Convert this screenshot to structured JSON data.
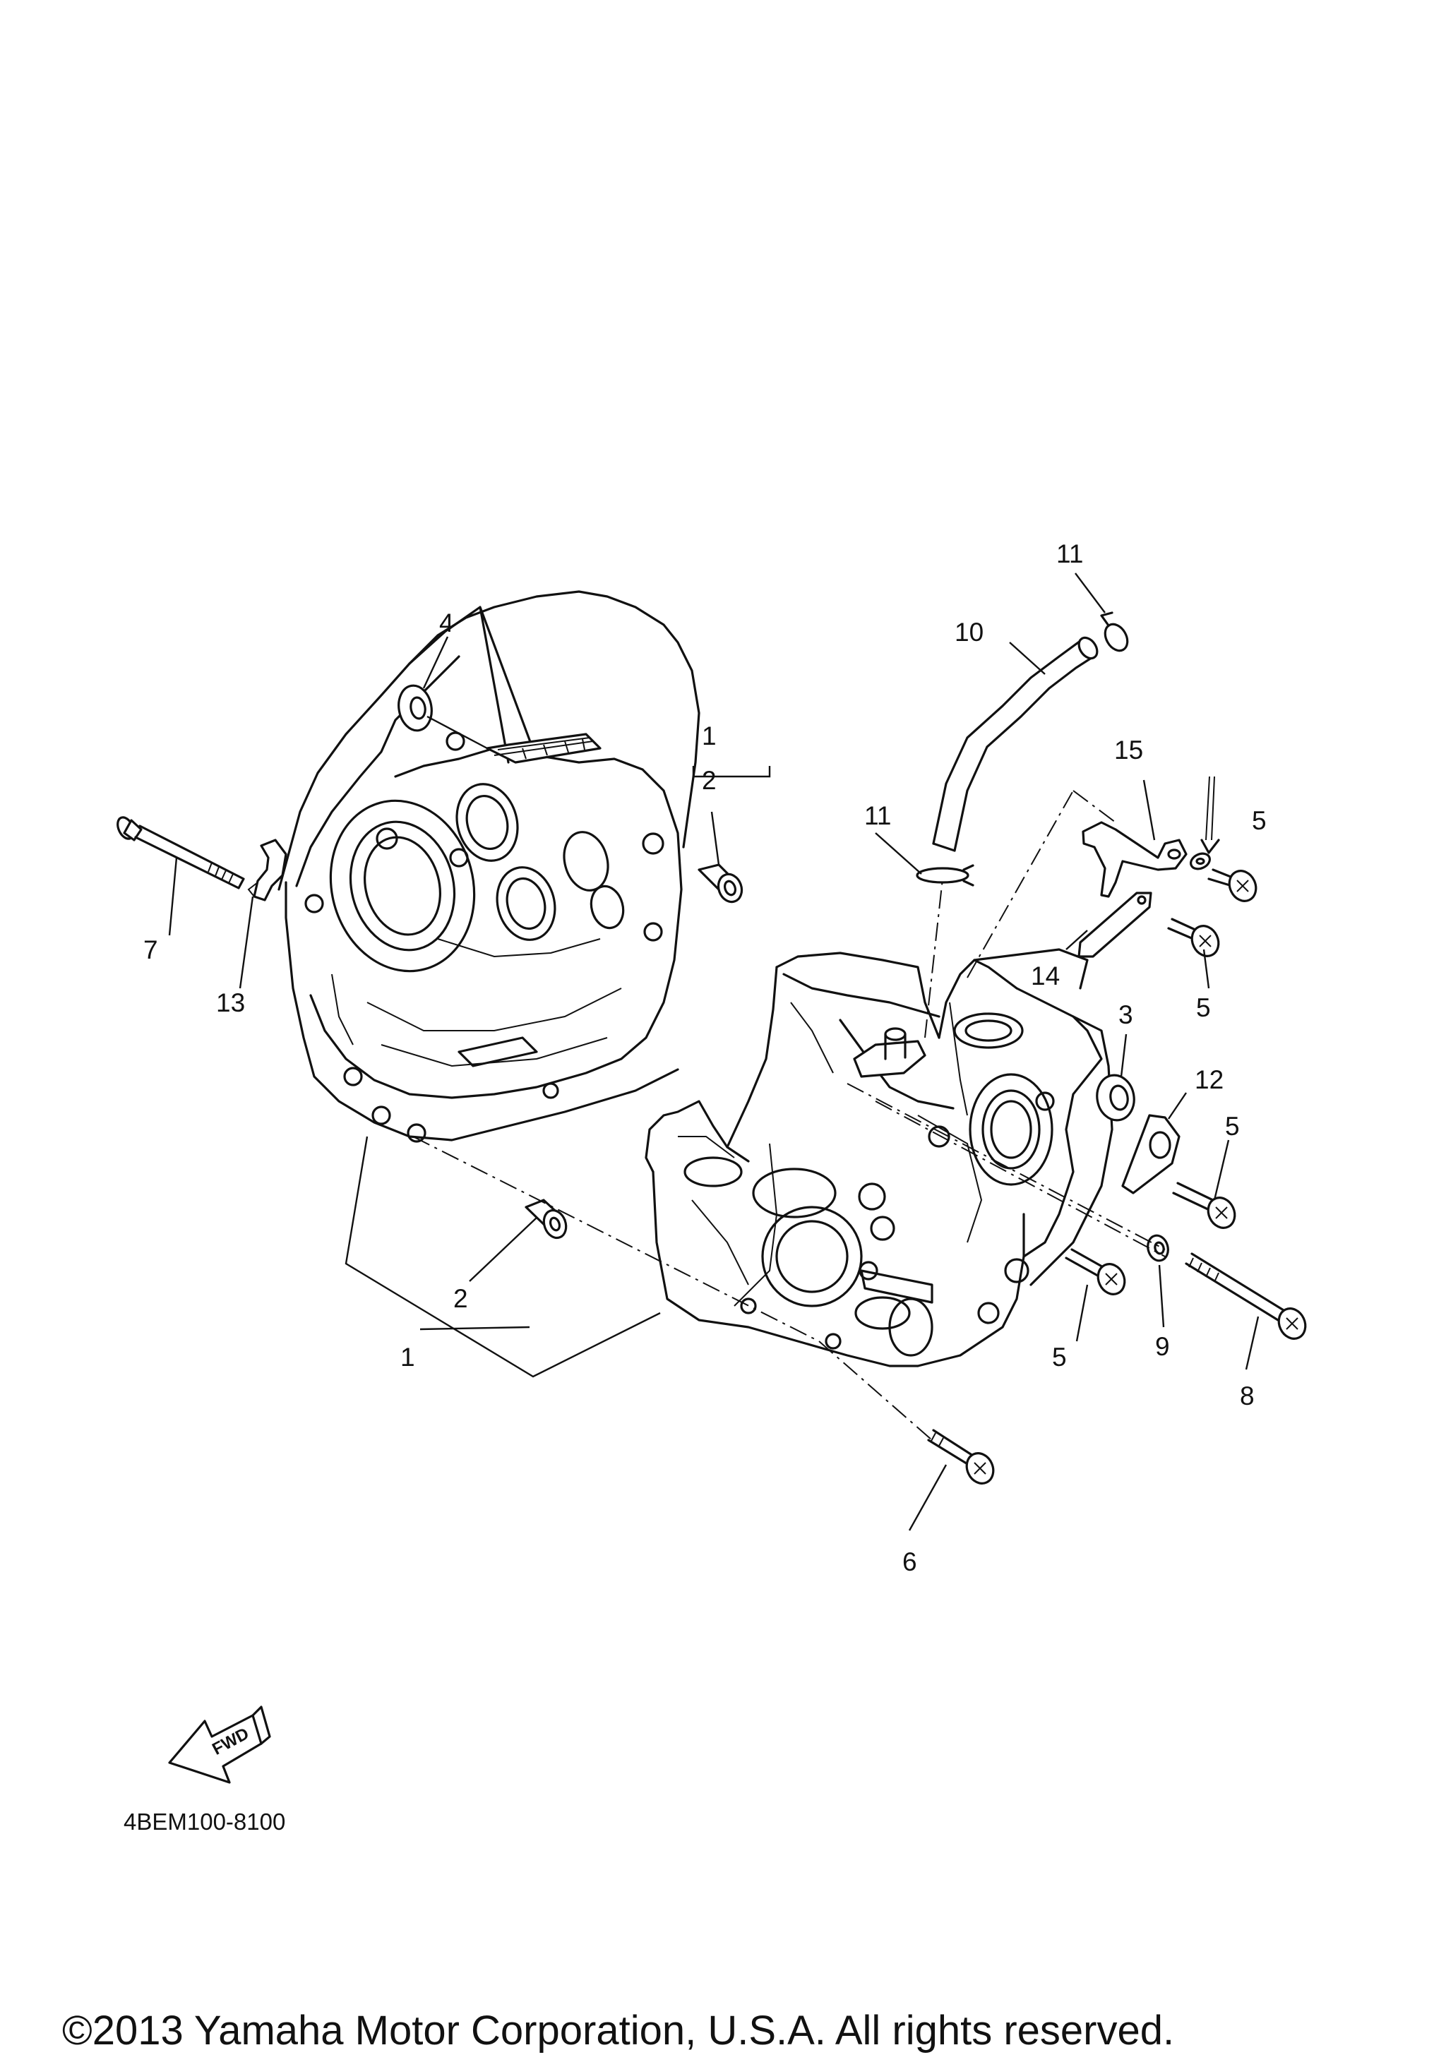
{
  "diagram": {
    "callouts": [
      {
        "id": "c4",
        "text": "4"
      },
      {
        "id": "c1a",
        "text": "1"
      },
      {
        "id": "c2a",
        "text": "2"
      },
      {
        "id": "c7",
        "text": "7"
      },
      {
        "id": "c13",
        "text": "13"
      },
      {
        "id": "c11a",
        "text": "11"
      },
      {
        "id": "c10",
        "text": "10"
      },
      {
        "id": "c15",
        "text": "15"
      },
      {
        "id": "c5a",
        "text": "5"
      },
      {
        "id": "c11b",
        "text": "11"
      },
      {
        "id": "c14",
        "text": "14"
      },
      {
        "id": "c5b",
        "text": "5"
      },
      {
        "id": "c3",
        "text": "3"
      },
      {
        "id": "c12",
        "text": "12"
      },
      {
        "id": "c5c",
        "text": "5"
      },
      {
        "id": "c2b",
        "text": "2"
      },
      {
        "id": "c1b",
        "text": "1"
      },
      {
        "id": "c5d",
        "text": "5"
      },
      {
        "id": "c9",
        "text": "9"
      },
      {
        "id": "c8",
        "text": "8"
      },
      {
        "id": "c6",
        "text": "6"
      }
    ],
    "fwd_label": "FWD",
    "diagram_code": "4BEM100-8100",
    "copyright": "©2013 Yamaha Motor Corporation, U.S.A. All rights reserved."
  }
}
